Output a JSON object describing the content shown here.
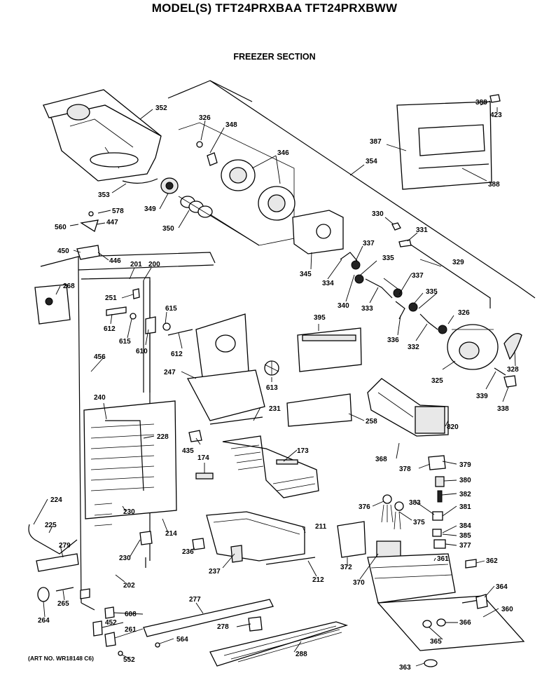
{
  "header": {
    "title": "MODEL(S) TFT24PRXBAA  TFT24PRXBWW",
    "section": "FREEZER SECTION",
    "art_number": "(ART NO. WR18148 C6)"
  },
  "callouts": [
    "352",
    "326",
    "348",
    "346",
    "388",
    "423",
    "387",
    "354",
    "388",
    "353",
    "349",
    "350",
    "578",
    "447",
    "560",
    "450",
    "446",
    "201",
    "200",
    "345",
    "330",
    "331",
    "337",
    "335",
    "329",
    "268",
    "251",
    "615",
    "612",
    "615",
    "610",
    "612",
    "334",
    "340",
    "333",
    "337",
    "335",
    "326",
    "395",
    "336",
    "332",
    "456",
    "247",
    "325",
    "328",
    "339",
    "338",
    "240",
    "231",
    "228",
    "613",
    "258",
    "820",
    "435",
    "173",
    "174",
    "368",
    "379",
    "378",
    "380",
    "382",
    "381",
    "376",
    "383",
    "375",
    "384",
    "385",
    "377",
    "224",
    "230",
    "214",
    "211",
    "225",
    "279",
    "230",
    "236",
    "372",
    "361",
    "362",
    "237",
    "212",
    "370",
    "202",
    "364",
    "265",
    "277",
    "360",
    "264",
    "608",
    "452",
    "278",
    "261",
    "366",
    "564",
    "365",
    "552",
    "288",
    "363"
  ]
}
